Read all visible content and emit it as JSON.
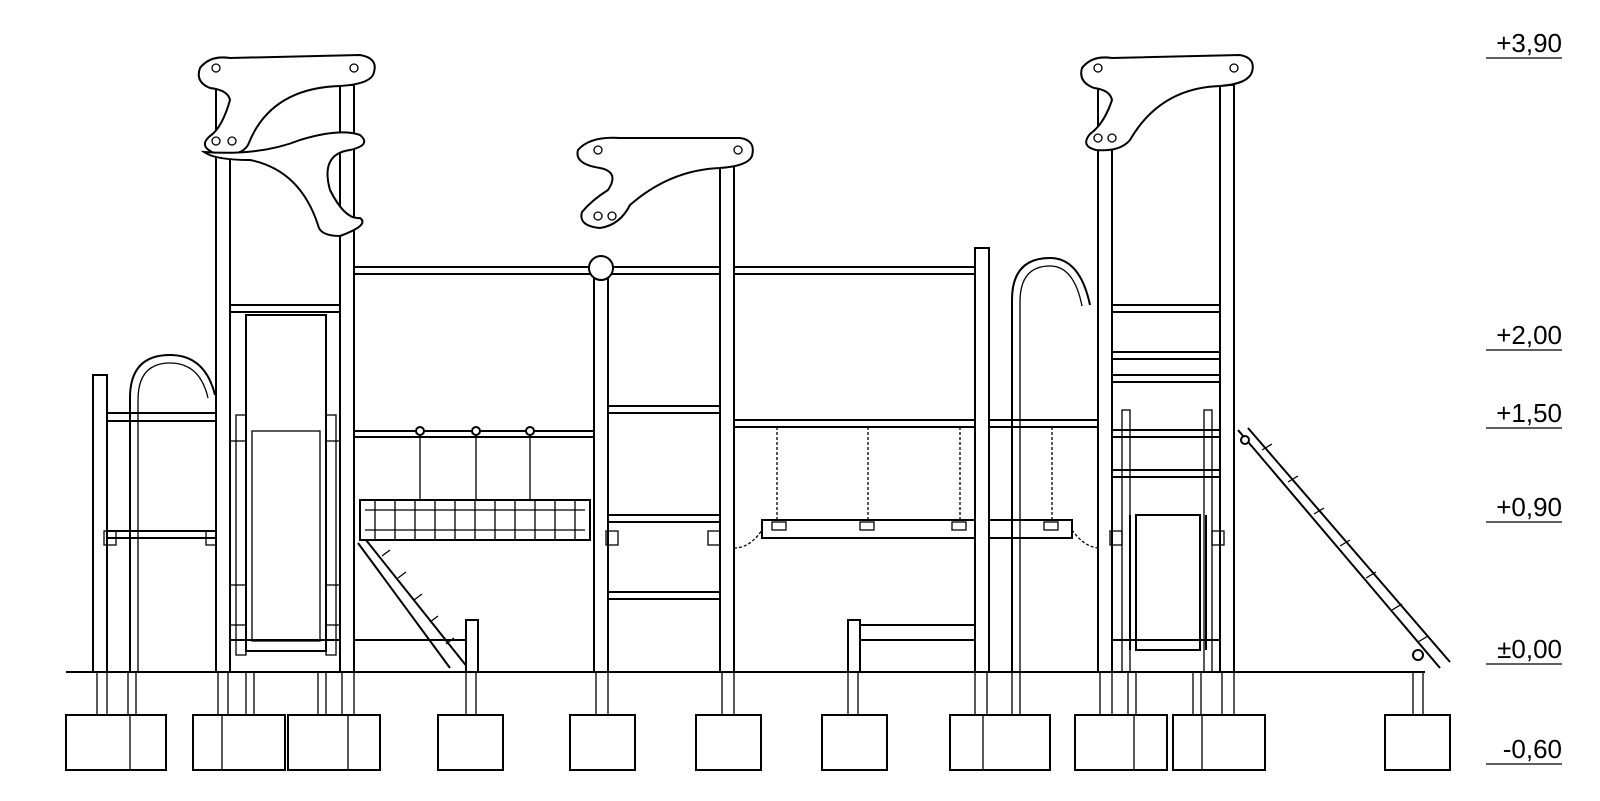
{
  "drawing": {
    "kind": "playground equipment elevation",
    "line_color": "#000000",
    "background": "#ffffff"
  },
  "levels": [
    {
      "label": "+3,90",
      "value": 3.9
    },
    {
      "label": "+2,00",
      "value": 2.0
    },
    {
      "label": "+1,50",
      "value": 1.5
    },
    {
      "label": "+0,90",
      "value": 0.9
    },
    {
      "label": "±0,00",
      "value": 0.0
    },
    {
      "label": "-0,60",
      "value": -0.6
    }
  ]
}
